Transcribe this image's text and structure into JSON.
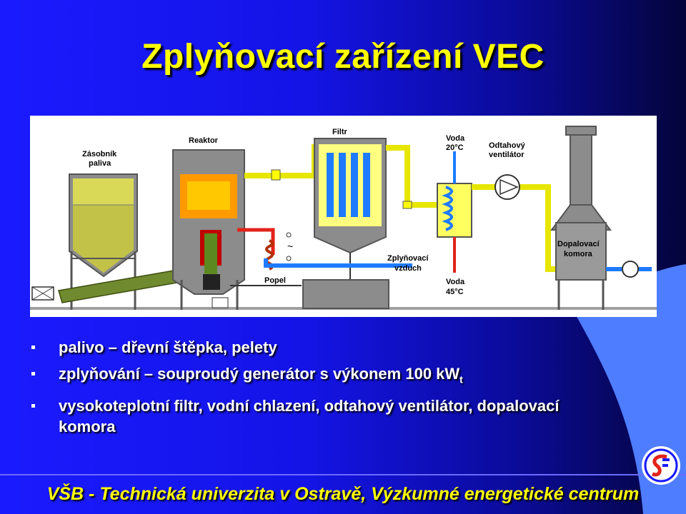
{
  "slide": {
    "title": "Zplyňovací zařízení VEC",
    "footer": "VŠB - Technická univerzita v Ostravě, Výzkumné energetické centrum"
  },
  "diagram": {
    "labels": {
      "zasobnik_1": "Zásobník",
      "zasobnik_2": "paliva",
      "reaktor": "Reaktor",
      "filtr": "Filtr",
      "voda_in_1": "Voda",
      "voda_in_2": "20°C",
      "ventilator_1": "Odtahový",
      "ventilator_2": "ventilátor",
      "zplynovaci_1": "Zplyňovací",
      "zplynovaci_2": "vzduch",
      "voda_out_1": "Voda",
      "voda_out_2": "45°C",
      "dopalovaci_1": "Dopalovací",
      "dopalovaci_2": "komora",
      "popel": "Popel",
      "tilde": "~"
    }
  },
  "bullets": [
    {
      "text": "palivo – dřevní štěpka, pelety",
      "sub": ""
    },
    {
      "text": "zplyňování – souproudý generátor s výkonem 100 kW",
      "sub": "t"
    },
    {
      "text": "vysokoteplotní filtr, vodní chlazení, odtahový ventilátor, dopalovací komora",
      "sub": ""
    }
  ],
  "colors": {
    "title": "#ffff00",
    "pipe_gas": "#ffff00",
    "pipe_air": "#1e7bff",
    "pipe_hot": "#e2231a",
    "vessel": "#8c8c8c"
  },
  "icons": {
    "logo": "vsb-logo"
  }
}
